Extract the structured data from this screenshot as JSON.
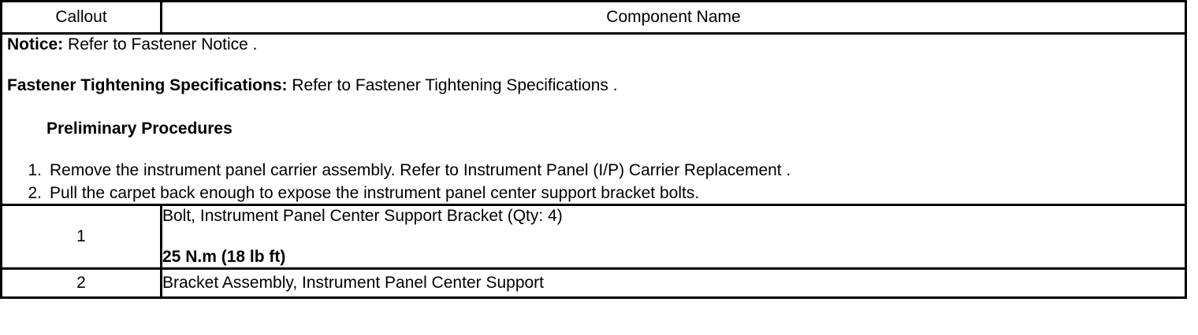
{
  "table": {
    "headers": {
      "callout": "Callout",
      "component_name": "Component Name"
    },
    "notice_block": {
      "notice": {
        "label": "Notice:",
        "text": " Refer to Fastener Notice ."
      },
      "fastener_spec": {
        "label": "Fastener Tightening Specifications:",
        "text": " Refer to Fastener Tightening Specifications ."
      },
      "preliminary_heading": "Preliminary Procedures",
      "preliminary_steps": [
        "Remove the instrument panel carrier assembly. Refer to Instrument Panel (I/P) Carrier Replacement .",
        "Pull the carpet back enough to expose the instrument panel center support bracket bolts."
      ]
    },
    "rows": [
      {
        "callout": "1",
        "component": "Bolt, Instrument Panel Center Support Bracket (Qty: 4)",
        "torque": "25 N.m (18 lb ft)"
      },
      {
        "callout": "2",
        "component": "Bracket Assembly, Instrument Panel Center Support",
        "torque": ""
      }
    ]
  },
  "colors": {
    "border": "#000000",
    "text": "#000000",
    "background": "#ffffff"
  }
}
